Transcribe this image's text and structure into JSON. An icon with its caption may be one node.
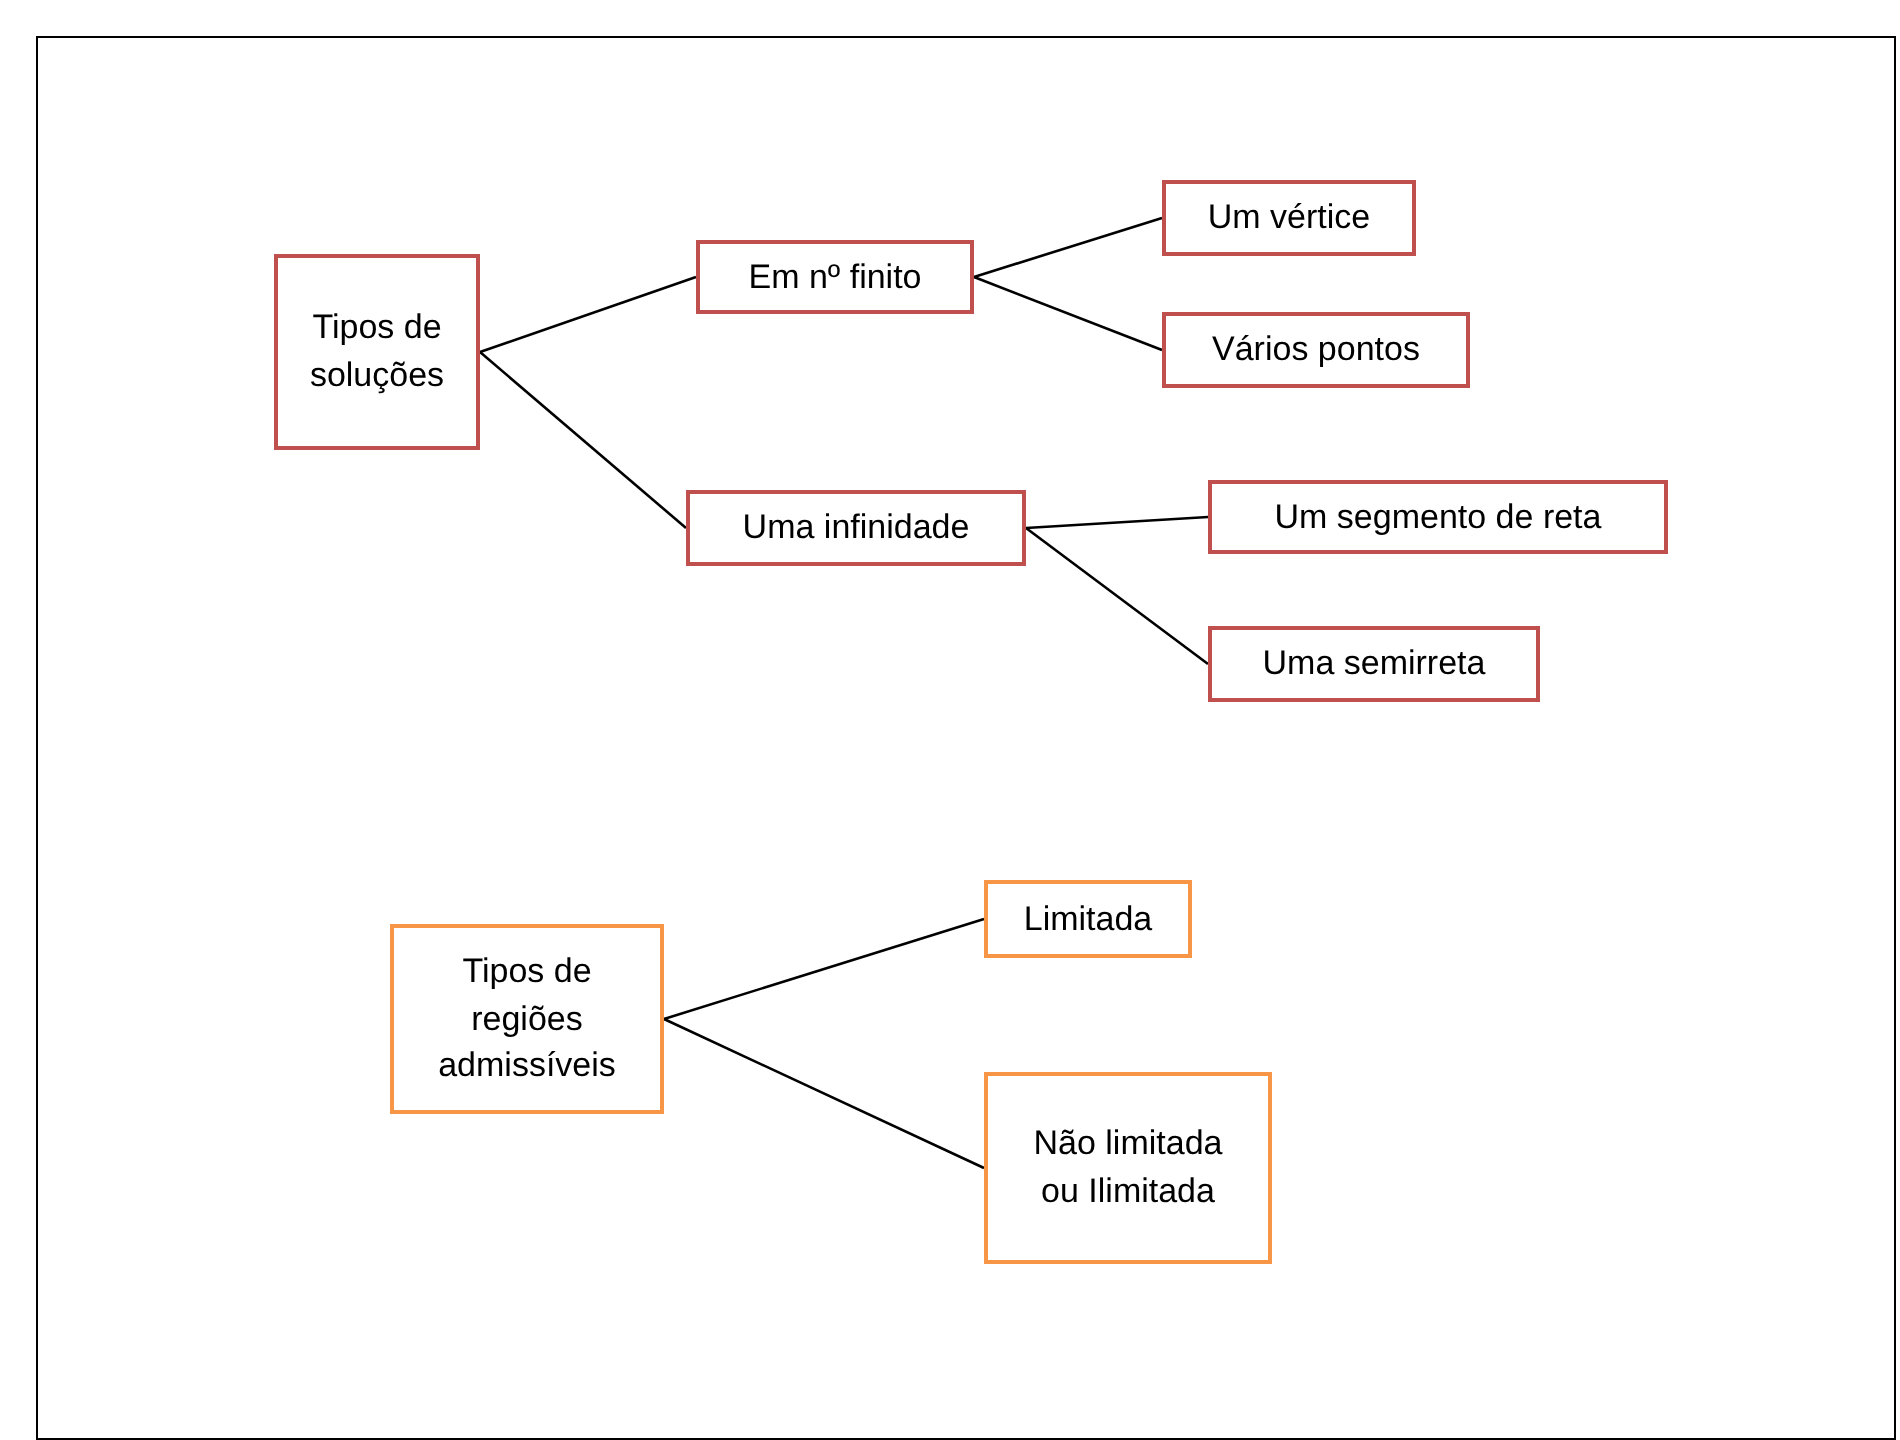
{
  "diagram": {
    "nodes": [
      {
        "text": [
          "Tipos de soluções"
        ]
      },
      {
        "text": [
          "Em nº finito"
        ]
      },
      {
        "text": [
          "Um vértice"
        ]
      },
      {
        "text": [
          "Vários pontos"
        ]
      },
      {
        "text": [
          "Uma infinidade"
        ]
      },
      {
        "text": [
          "Um segmento de reta"
        ]
      },
      {
        "text": [
          "Uma semirreta"
        ]
      },
      {
        "text": [
          "Tipos de regiões admissíveis"
        ]
      },
      {
        "text": [
          "Limitada"
        ]
      },
      {
        "text": [
          "Não limitada ou Ilimitada"
        ]
      }
    ],
    "edges": [
      {
        "from": 0,
        "to": 1,
        "arrow": "none"
      },
      {
        "from": 0,
        "to": 4,
        "arrow": "none"
      },
      {
        "from": 1,
        "to": 2,
        "arrow": "none"
      },
      {
        "from": 1,
        "to": 3,
        "arrow": "none"
      },
      {
        "from": 4,
        "to": 5,
        "arrow": "none"
      },
      {
        "from": 4,
        "to": 6,
        "arrow": "none"
      },
      {
        "from": 7,
        "to": 8,
        "arrow": "none"
      },
      {
        "from": 7,
        "to": 9,
        "arrow": "none"
      }
    ]
  }
}
